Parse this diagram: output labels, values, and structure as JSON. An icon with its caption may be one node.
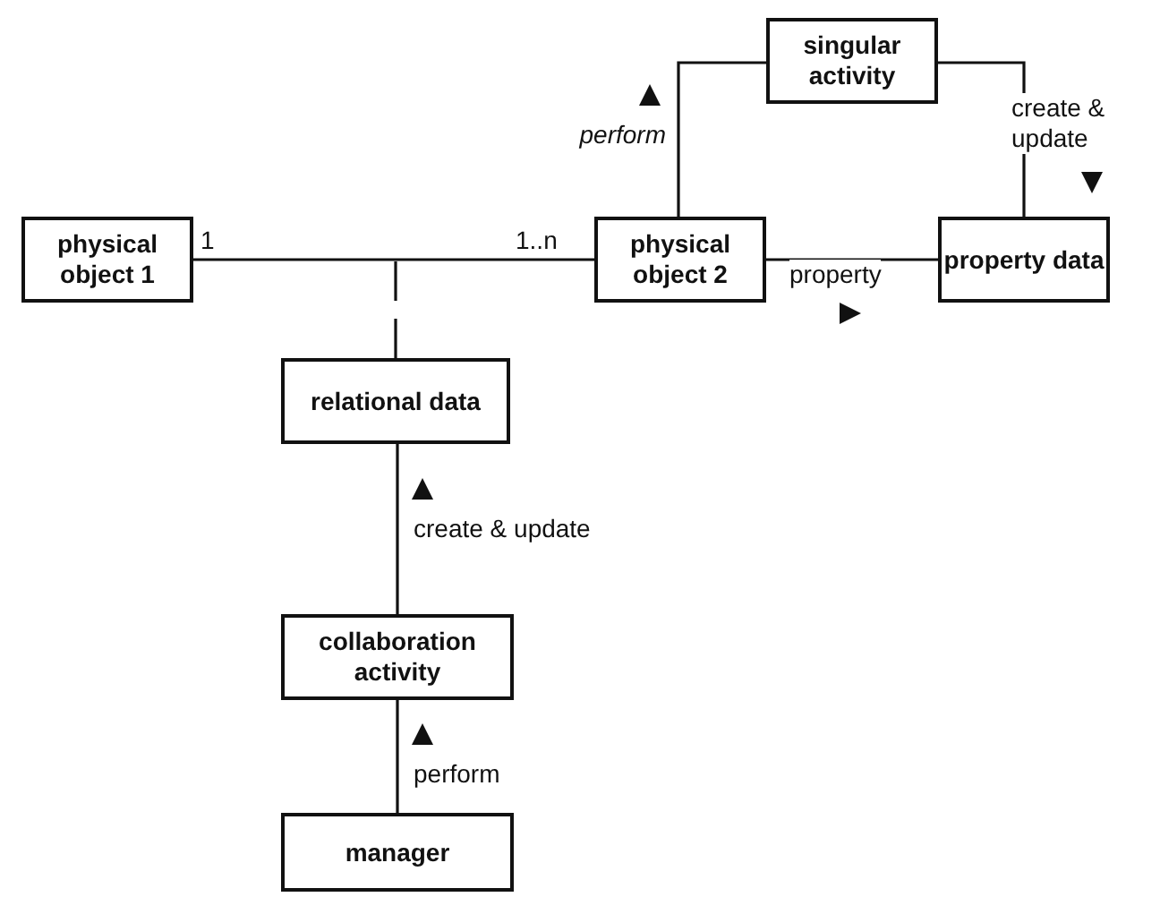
{
  "diagram": {
    "nodes": [
      {
        "text": [
          "physical object 1"
        ]
      },
      {
        "text": [
          "physical object 2"
        ]
      },
      {
        "text": [
          "singular activity"
        ]
      },
      {
        "text": [
          "property data"
        ]
      },
      {
        "text": [
          "relational data"
        ]
      },
      {
        "text": [
          "collaboration activity"
        ]
      },
      {
        "text": [
          "manager"
        ]
      }
    ],
    "edges": [
      {
        "from": 0,
        "to": 1,
        "arrow": "none"
      },
      {
        "from": null,
        "to": 4,
        "arrow": "none",
        "style": "dashed"
      },
      {
        "from": 1,
        "to": 2,
        "arrow": "none",
        "label": "perform"
      },
      {
        "from": 2,
        "to": 3,
        "arrow": "none",
        "label": "create & update"
      },
      {
        "from": 1,
        "to": 3,
        "arrow": "none",
        "label": "property"
      },
      {
        "from": 5,
        "to": 4,
        "arrow": "none",
        "label": "create & update"
      },
      {
        "from": 6,
        "to": 5,
        "arrow": "none",
        "label": "perform"
      }
    ],
    "labels": [
      "1",
      "1..n"
    ]
  }
}
